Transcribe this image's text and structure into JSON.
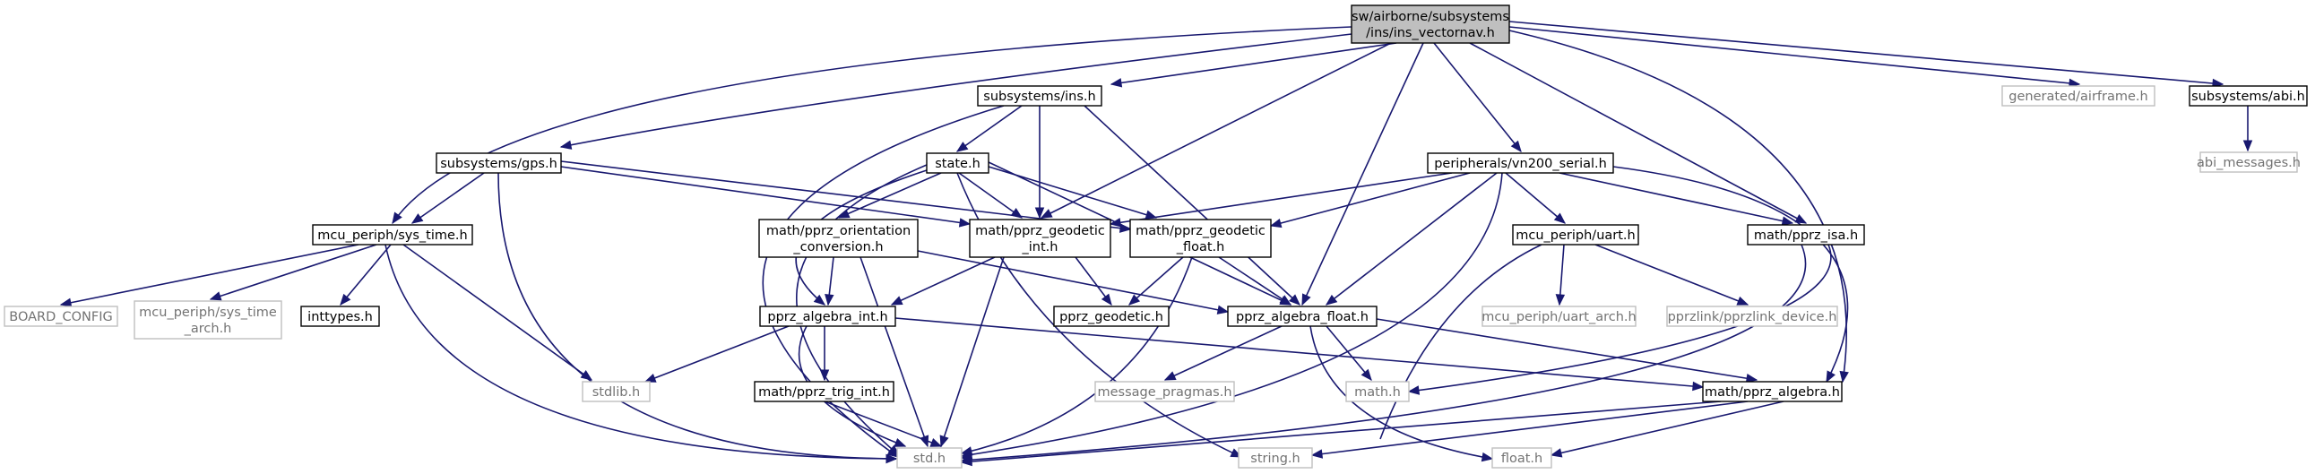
{
  "graph": {
    "nodes": {
      "ins_vectornav": [
        "sw/airborne/subsystems",
        "/ins/ins_vectornav.h"
      ],
      "ins": [
        "subsystems/ins.h"
      ],
      "gps": [
        "subsystems/gps.h"
      ],
      "state": [
        "state.h"
      ],
      "vn200": [
        "peripherals/vn200_serial.h"
      ],
      "sys_time": [
        "mcu_periph/sys_time.h"
      ],
      "orient": [
        "math/pprz_orientation",
        "_conversion.h"
      ],
      "geo_int": [
        "math/pprz_geodetic",
        "_int.h"
      ],
      "geo_float": [
        "math/pprz_geodetic",
        "_float.h"
      ],
      "uart": [
        "mcu_periph/uart.h"
      ],
      "isa": [
        "math/pprz_isa.h"
      ],
      "generated": [
        "generated/airframe.h"
      ],
      "abi": [
        "subsystems/abi.h"
      ],
      "abi_msg": [
        "abi_messages.h"
      ],
      "board": [
        "BOARD_CONFIG"
      ],
      "sys_time_arch": [
        "mcu_periph/sys_time",
        "_arch.h"
      ],
      "inttypes": [
        "inttypes.h"
      ],
      "alg_int": [
        "pprz_algebra_int.h"
      ],
      "pprz_geodetic": [
        "pprz_geodetic.h"
      ],
      "alg_float": [
        "pprz_algebra_float.h"
      ],
      "uart_arch": [
        "mcu_periph/uart_arch.h"
      ],
      "pprzlink": [
        "pprzlink/pprzlink_device.h"
      ],
      "stdlib": [
        "stdlib.h"
      ],
      "trig_int": [
        "math/pprz_trig_int.h"
      ],
      "msg_pragmas": [
        "message_pragmas.h"
      ],
      "math": [
        "math.h"
      ],
      "algebra": [
        "math/pprz_algebra.h"
      ],
      "std": [
        "std.h"
      ],
      "string": [
        "string.h"
      ],
      "float": [
        "float.h"
      ]
    }
  }
}
